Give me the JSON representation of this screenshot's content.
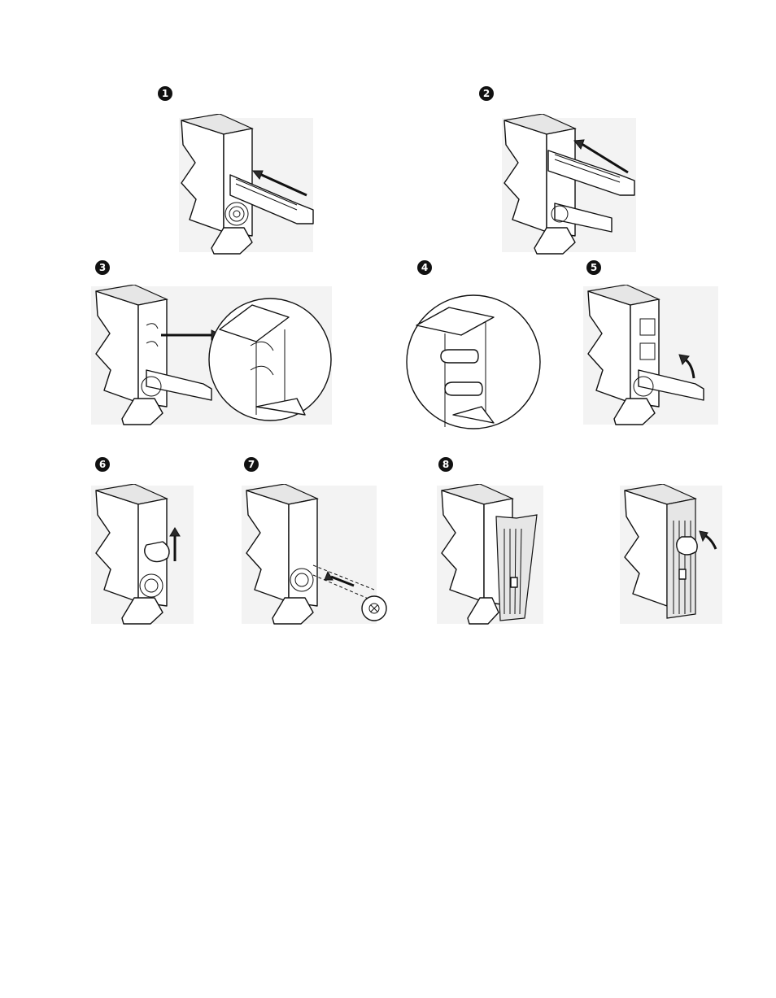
{
  "steps": [
    {
      "number": "1",
      "icon": "battery-pack-slide-in-illustration"
    },
    {
      "number": "2",
      "icon": "second-battery-pack-slide-in-illustration"
    },
    {
      "number": "3",
      "icon": "battery-connector-detail-illustration"
    },
    {
      "number": "4",
      "icon": "connect-battery-plugs-illustration"
    },
    {
      "number": "5",
      "icon": "push-battery-up-illustration"
    },
    {
      "number": "6",
      "icon": "slide-bracket-up-illustration"
    },
    {
      "number": "7",
      "icon": "insert-screw-illustration"
    },
    {
      "number": "8",
      "icon": "reattach-front-bezel-illustration"
    }
  ],
  "colors": {
    "ink": "#111111",
    "shade": "#e6e6e6",
    "paper": "#ffffff"
  }
}
